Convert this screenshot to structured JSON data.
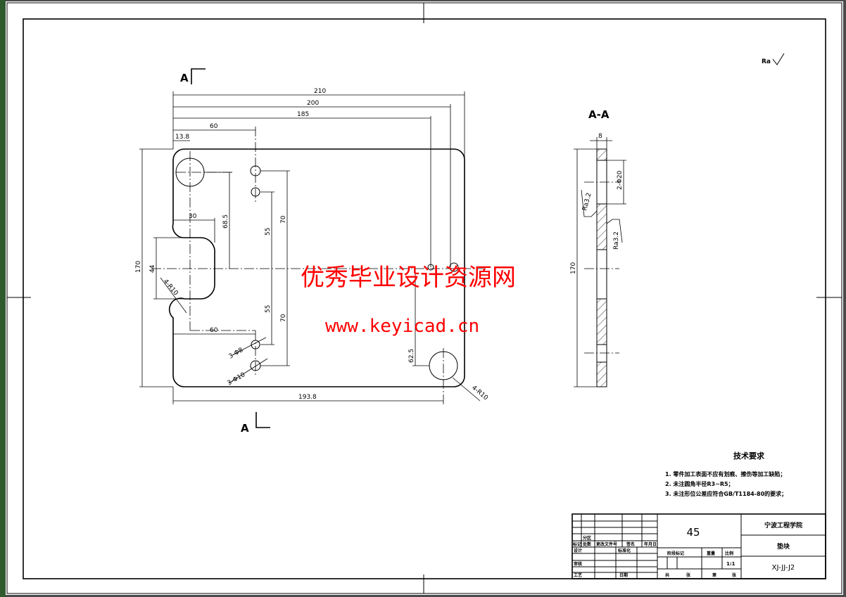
{
  "section_labels": {
    "top": "A",
    "bottom": "A",
    "section_view": "A-A"
  },
  "surface_note": "Ra",
  "dimensions": {
    "d210": "210",
    "d200": "200",
    "d185": "185",
    "d60_top": "60",
    "d13_8": "13.8",
    "d170": "170",
    "d44": "44",
    "d30": "30",
    "d68_5": "68.5",
    "d55_top": "55",
    "d55_bottom": "55",
    "d70_top": "70",
    "d70_bottom": "70",
    "d4_R10_left": "4-R10",
    "d60_bottom": "60",
    "d3_phi8": "3-Φ8",
    "d3_phi10": "3-Φ10",
    "d62_5": "62.5",
    "d193_8": "193.8",
    "d4_R10_right": "4-R10"
  },
  "section_dimensions": {
    "thickness": "8",
    "holes": "2-Φ20",
    "height": "170",
    "rough1": "Ra3.2",
    "rough2": "Ra3.2"
  },
  "watermark": {
    "line1": "优秀毕业设计资源网",
    "line2": "www.keyicad.cn"
  },
  "tech_requirements": {
    "title": "技术要求",
    "items": [
      "1. 零件加工表面不应有划痕、擦伤等加工缺陷；",
      "2. 未注圆角半径R3~R5；",
      "3. 未注形位公差应符合GB/T1184-80的要求；"
    ]
  },
  "title_block": {
    "material": "45",
    "school": "宁波工程学院",
    "part_name": "垫块",
    "drawing_no": "XJ-JJ-J2",
    "scale": "1:1",
    "labels": {
      "mark": "标记",
      "count": "处数",
      "zone": "分区",
      "change_doc": "更改文件号",
      "sign": "签名",
      "date": "年月日",
      "design": "设计",
      "standard": "标准化",
      "review": "审核",
      "process": "工艺",
      "approve": "日期",
      "stage": "阶段标记",
      "weight": "重量",
      "ratio": "比例",
      "total": "共",
      "sheet": "张",
      "no": "第",
      "sheet2": "张"
    }
  }
}
